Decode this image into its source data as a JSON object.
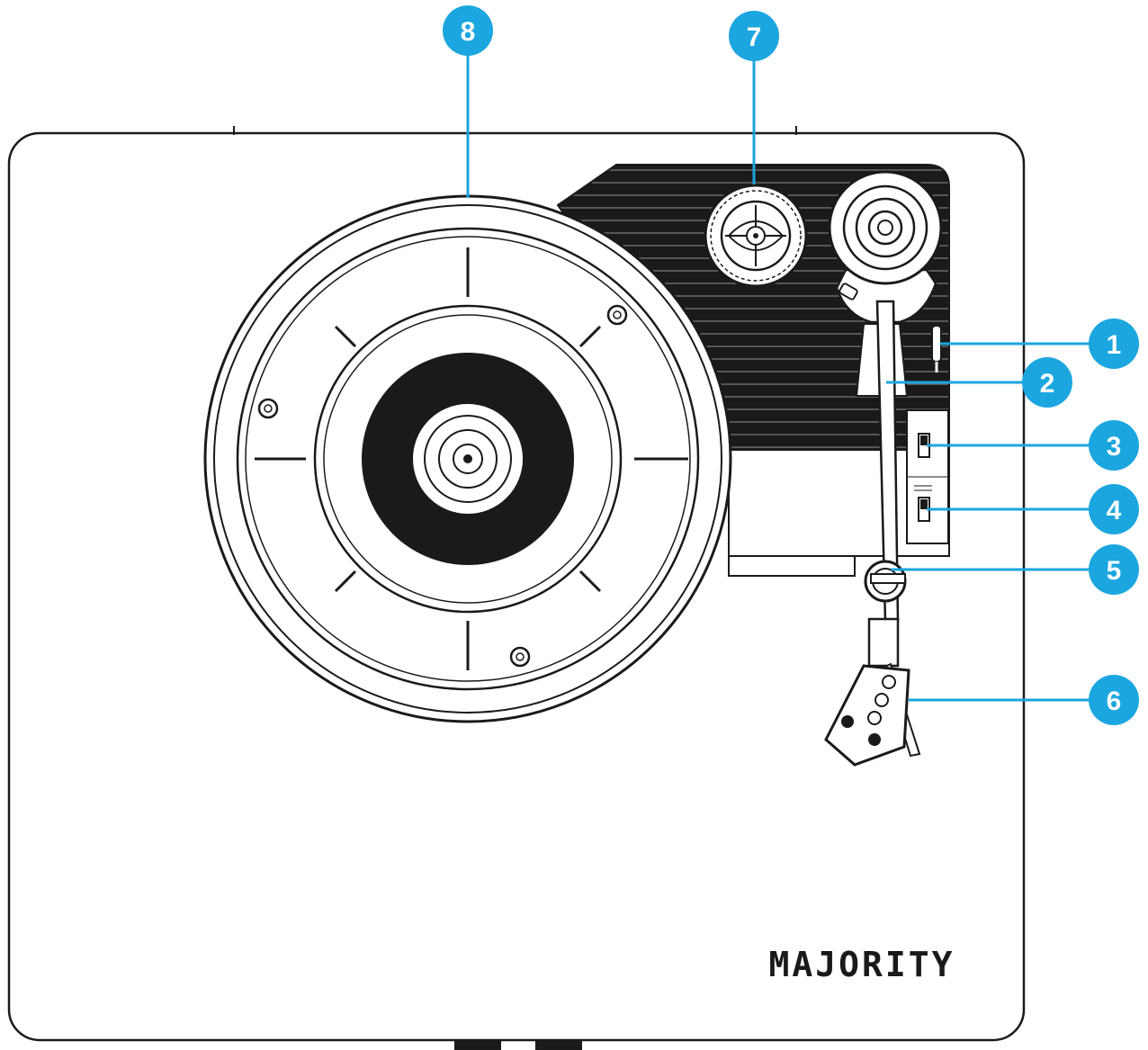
{
  "brand": {
    "name": "MAJORITY"
  },
  "colors": {
    "callout": "#1ba6e0",
    "line_art": "#1a1a1a",
    "background": "#ffffff"
  },
  "callouts": [
    {
      "number": "1"
    },
    {
      "number": "2"
    },
    {
      "number": "3"
    },
    {
      "number": "4"
    },
    {
      "number": "5"
    },
    {
      "number": "6"
    },
    {
      "number": "7"
    },
    {
      "number": "8"
    }
  ]
}
